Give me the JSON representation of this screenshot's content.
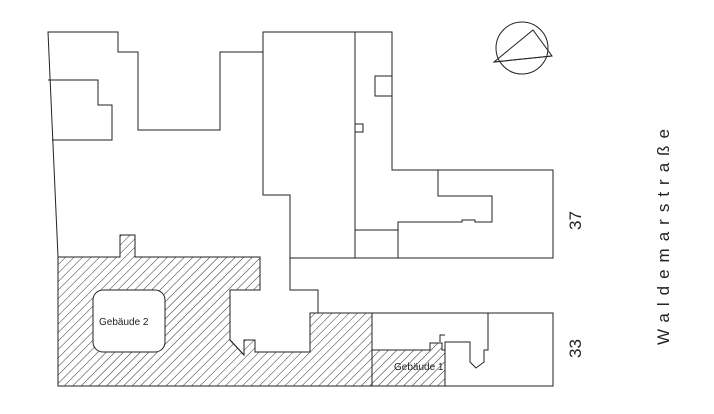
{
  "map": {
    "street_name": "Waldemarstraße",
    "house_numbers": {
      "upper": "37",
      "lower": "33"
    },
    "buildings": {
      "gebaeude_2": "Gebäude 2",
      "gebaeude_1": "Gebäude 1"
    },
    "north_arrow_icon": "compass-north-arrow-icon",
    "colors": {
      "line": "#222222",
      "hatch": "#333333",
      "background": "#ffffff"
    }
  }
}
